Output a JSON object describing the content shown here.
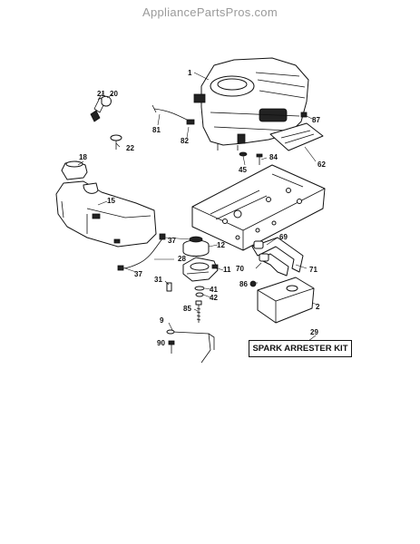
{
  "watermark": "AppliancePartsPros.com",
  "kit_label": "SPARK ARRESTER KIT",
  "callouts": {
    "c1": "1",
    "c2": "2",
    "c9": "9",
    "c11": "11",
    "c12": "12",
    "c15": "15",
    "c18": "18",
    "c20": "20",
    "c21": "21",
    "c22": "22",
    "c28": "28",
    "c29": "29",
    "c31": "31",
    "c37a": "37",
    "c37b": "37",
    "c41": "41",
    "c42": "42",
    "c45": "45",
    "c62": "62",
    "c69": "69",
    "c70": "70",
    "c71": "71",
    "c81": "81",
    "c82": "82",
    "c84": "84",
    "c85": "85",
    "c86": "86",
    "c87": "87",
    "c90": "90"
  }
}
